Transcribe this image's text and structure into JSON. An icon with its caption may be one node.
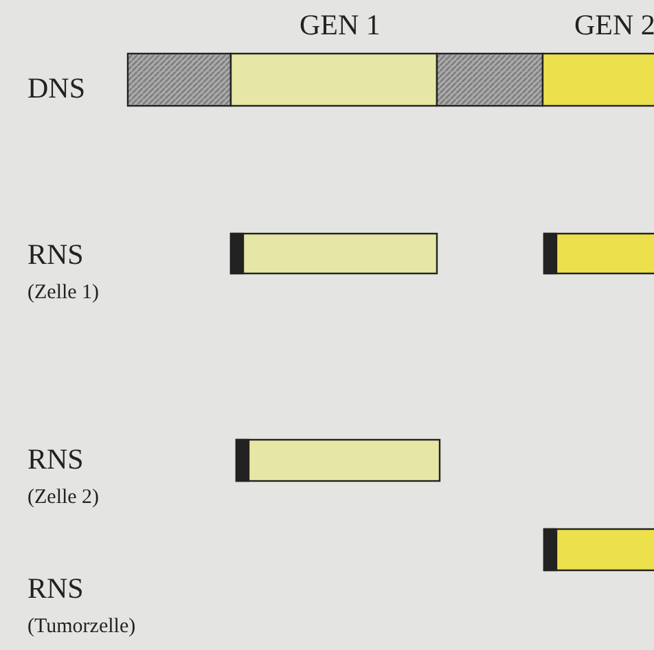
{
  "diagram": {
    "labels": [
      "GEN 1",
      "GEN 2",
      "DNS",
      "RNS",
      "(Zelle 1)",
      "RNS",
      "(Zelle 2)",
      "RNS",
      "(Tumorzelle)"
    ]
  }
}
